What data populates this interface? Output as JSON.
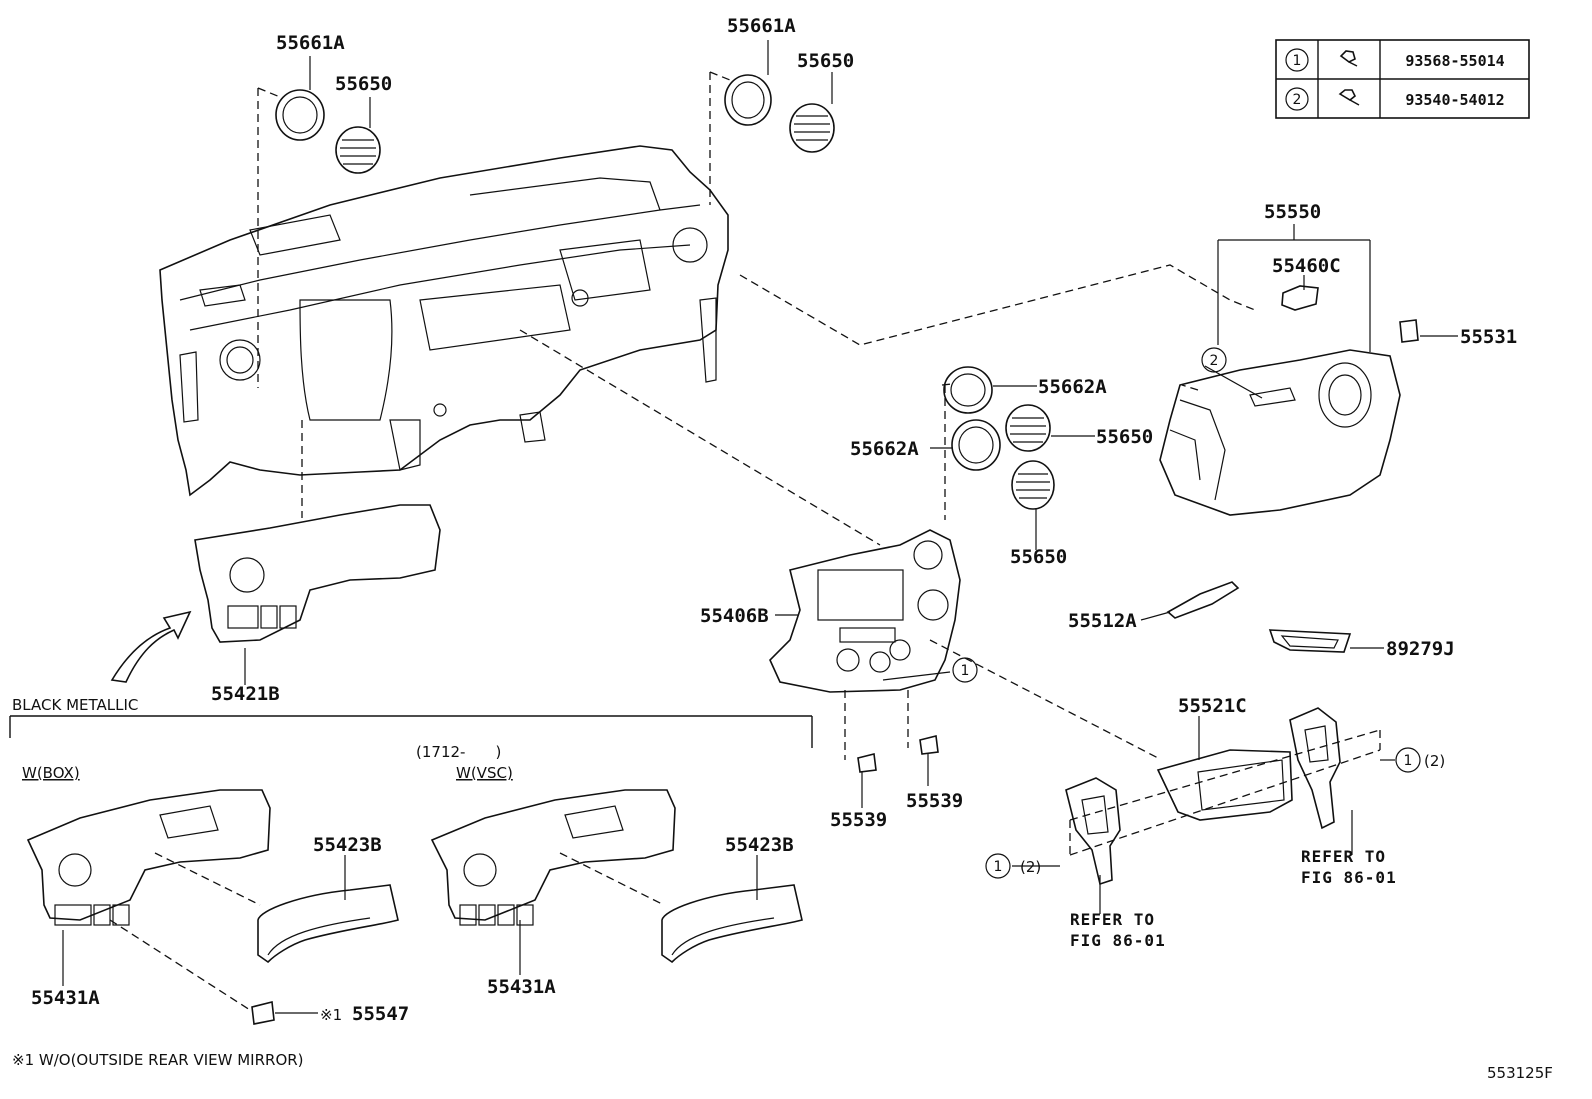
{
  "fastener_table": [
    {
      "ref": "1",
      "part_no": "93568-55014",
      "icon": "screw-icon"
    },
    {
      "ref": "2",
      "part_no": "93540-54012",
      "icon": "screw-icon"
    }
  ],
  "parts": {
    "p55661A_left": "55661A",
    "p55650_left": "55650",
    "p55661A_right": "55661A",
    "p55650_right": "55650",
    "p55550": "55550",
    "p55460C": "55460C",
    "p55531": "55531",
    "p55662A_top": "55662A",
    "p55662A_left": "55662A",
    "p55650_center": "55650",
    "p55650_lower": "55650",
    "p55406B": "55406B",
    "p55512A": "55512A",
    "p89279J": "89279J",
    "p55421B": "55421B",
    "p55521C": "55521C",
    "p55539_left": "55539",
    "p55539_right": "55539",
    "p55423B_box": "55423B",
    "p55423B_vsc": "55423B",
    "p55431A_box": "55431A",
    "p55431A_vsc": "55431A",
    "p55547": "55547"
  },
  "callouts": {
    "c1_center": "1",
    "c1_right": "1",
    "c1_right_alt": "(2)",
    "c1_left": "1",
    "c1_left_alt": "(2)",
    "c2_glovebox": "2",
    "note_mark": "※1"
  },
  "refer_notes": {
    "right_line1": "REFER TO",
    "right_line2": "FIG 86-01",
    "left_line1": "REFER TO",
    "left_line2": "FIG 86-01"
  },
  "section": {
    "title": "BLACK METALLIC",
    "date_range": "(1712-　　)",
    "variant_box": "W(BOX)",
    "variant_vsc": "W(VSC)"
  },
  "footnote": "※1 W/O(OUTSIDE REAR VIEW MIRROR)",
  "figure_id": "553125F"
}
